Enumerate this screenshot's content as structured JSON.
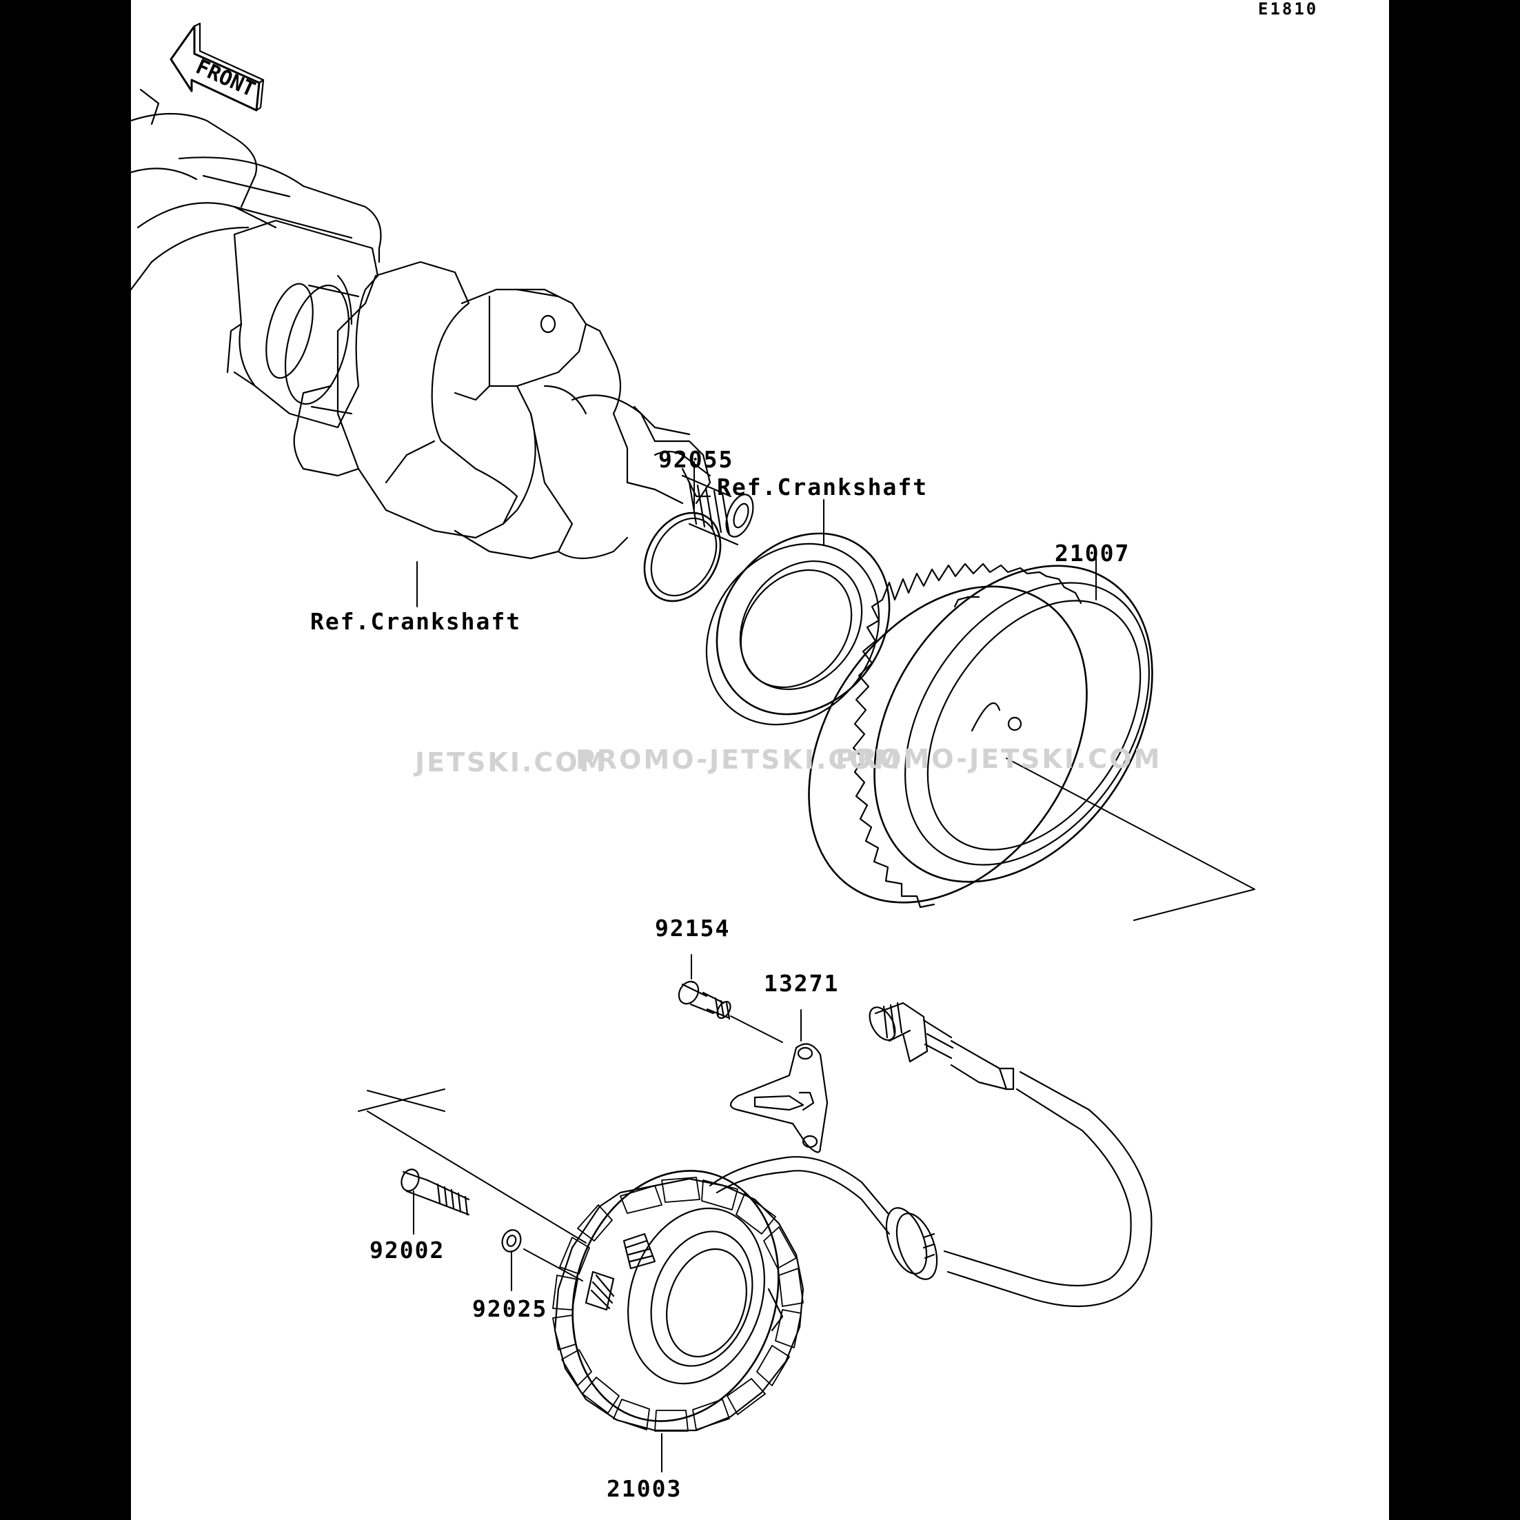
{
  "diagram_code": "E1810",
  "front_arrow_label": "FRONT",
  "watermarks": [
    "JETSKI.COM",
    "PROMO-JETSKI.COM",
    "PROMO-JETSKI.COM"
  ],
  "callouts": {
    "ref_crankshaft_lower": "Ref.Crankshaft",
    "ref_crankshaft_upper": "Ref.Crankshaft",
    "p92055": "92055",
    "p21007": "21007",
    "p92154": "92154",
    "p13271": "13271",
    "p92002": "92002",
    "p92025": "92025",
    "p21003": "21003"
  },
  "colors": {
    "ink": "#000000",
    "paper": "#ffffff",
    "margin": "#000000",
    "watermark": "#d2d2d2"
  }
}
